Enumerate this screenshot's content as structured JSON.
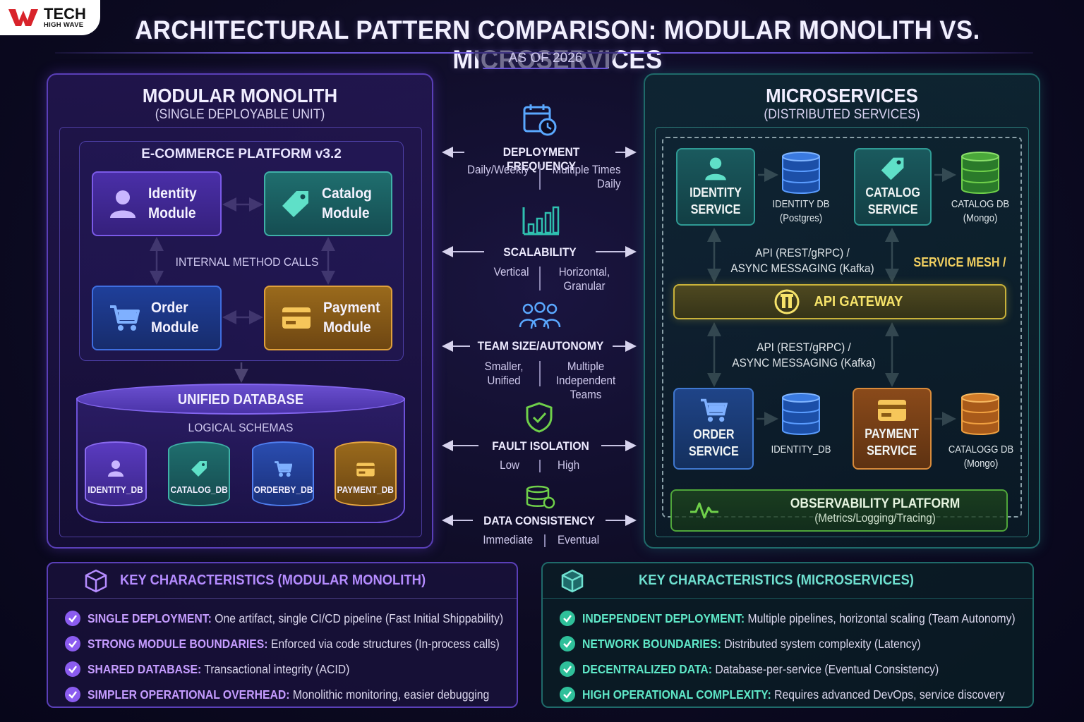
{
  "logo": {
    "line1": "TECH",
    "line2": "HIGH WAVE"
  },
  "header": {
    "title": "ARCHITECTURAL PATTERN COMPARISON: MODULAR MONOLITH VS. MICROSERVICES",
    "as_of": "AS OF 2026"
  },
  "monolith": {
    "title": "MODULAR MONOLITH",
    "subtitle": "(SINGLE DEPLOYABLE UNIT)",
    "platform": "E-COMMERCE PLATFORM v3.2",
    "modules": {
      "identity": "Identity\nModule",
      "catalog": "Catalog\nModule",
      "order": "Order\nModule",
      "payment": "Payment\nModule"
    },
    "internal_calls": "INTERNAL METHOD CALLS",
    "database": {
      "title": "UNIFIED DATABASE",
      "subtitle": "LOGICAL SCHEMAS",
      "schemas": [
        "IDENTITY_DB",
        "CATALOG_DB",
        "ORDERBY_DB",
        "PAYMENT_DB"
      ]
    }
  },
  "comparison": [
    {
      "title": "DEPLOYMENT FREQUENCY",
      "left": "Daily/Weekly",
      "right": "Multiple Times\nDaily",
      "icon": "calendar-clock-icon"
    },
    {
      "title": "SCALABILITY",
      "left": "Vertical",
      "right": "Horizontal,\nGranular",
      "icon": "bar-chart-icon"
    },
    {
      "title": "TEAM SIZE/AUTONOMY",
      "left": "Smaller,\nUnified",
      "right": "Multiple\nIndependent\nTeams",
      "icon": "team-icon"
    },
    {
      "title": "FAULT ISOLATION",
      "left": "Low",
      "right": "High",
      "icon": "shield-icon"
    },
    {
      "title": "DATA CONSISTENCY",
      "left": "Immediate",
      "right": "Eventual",
      "icon": "database-sync-icon"
    }
  ],
  "microservices": {
    "title": "MICROSERVICES",
    "subtitle": "(DISTRIBUTED SERVICES)",
    "services": {
      "identity": "IDENTITY\nSERVICE",
      "catalog": "CATALOG\nSERVICE",
      "order": "ORDER\nSERVICE",
      "payment": "PAYMENT\nSERVICE"
    },
    "dbs": {
      "identity": "IDENTITY DB\n(Postgres)",
      "catalog": "CATALOG DB\n(Mongo)",
      "order": "IDENTITY_DB",
      "payment": "CATALOGG DB\n(Mongo)"
    },
    "messaging_top": "API (REST/gRPC) /\nASYNC MESSAGING (Kafka)",
    "messaging_bottom": "API (REST/gRPC) /\nASYNC MESSAGING (Kafka)",
    "service_mesh": "SERVICE MESH /",
    "gateway": "API GATEWAY",
    "observability": {
      "title": "OBSERVABILITY PLATFORM",
      "subtitle": "(Metrics/Logging/Tracing)"
    }
  },
  "key_monolith": {
    "title": "KEY CHARACTERISTICS (MODULAR MONOLITH)",
    "items": [
      {
        "term": "SINGLE DEPLOYMENT:",
        "desc": " One artifact, single CI/CD pipeline (Fast Initial Shippability)"
      },
      {
        "term": "STRONG MODULE BOUNDARIES:",
        "desc": " Enforced via code structures (In-process calls)"
      },
      {
        "term": "SHARED DATABASE:",
        "desc": " Transactional integrity (ACID)"
      },
      {
        "term": "SIMPLER OPERATIONAL OVERHEAD:",
        "desc": " Monolithic monitoring, easier debugging"
      }
    ]
  },
  "key_micro": {
    "title": "KEY CHARACTERISTICS (MICROSERVICES)",
    "items": [
      {
        "term": "INDEPENDENT DEPLOYMENT:",
        "desc": " Multiple pipelines, horizontal scaling (Team Autonomy)"
      },
      {
        "term": "NETWORK BOUNDARIES:",
        "desc": " Distributed system complexity (Latency)"
      },
      {
        "term": "DECENTRALIZED DATA:",
        "desc": " Database-per-service (Eventual Consistency)"
      },
      {
        "term": "HIGH OPERATIONAL COMPLEXITY:",
        "desc": " Requires advanced DevOps, service discovery"
      }
    ]
  },
  "colors": {
    "monolith_accent": "#8b5cf0",
    "micro_accent": "#2fc09a",
    "gateway": "#f6e36a"
  }
}
